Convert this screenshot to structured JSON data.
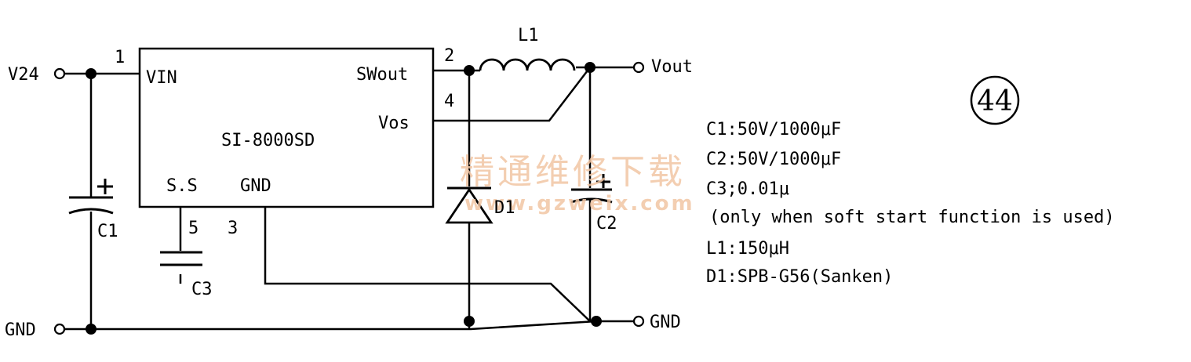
{
  "ports": {
    "v24": "V24",
    "gnd_left": "GND",
    "vout": "Vout",
    "gnd_right": "GND"
  },
  "ic": {
    "name": "SI-8000SD",
    "pins": {
      "vin": "VIN",
      "swout": "SWout",
      "vos": "Vos",
      "ss": "S.S",
      "gnd": "GND"
    },
    "pin_numbers": {
      "p1": "1",
      "p2": "2",
      "p3": "3",
      "p4": "4",
      "p5": "5"
    }
  },
  "components": {
    "l1": "L1",
    "c1": "C1",
    "c2": "C2",
    "c3": "C3",
    "d1": "D1",
    "plus": "+"
  },
  "figure_number": "44",
  "watermark": {
    "cn": "精通维修下载",
    "url": "www.gzweix.com"
  },
  "notes": [
    "C1:50V/1000μF",
    "C2:50V/1000μF",
    "C3;0.01μ",
    "(only when soft start function is used)",
    "L1:150μH",
    "D1:SPB-G56(Sanken)"
  ]
}
